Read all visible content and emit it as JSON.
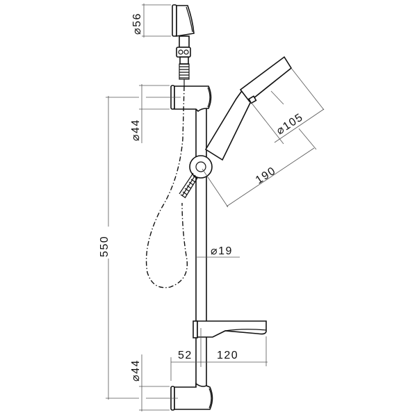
{
  "diagram": {
    "type": "technical-drawing",
    "subject": "shower rail set with hand shower, wall outlet, hose and soap dish",
    "colors": {
      "line": "#111111",
      "dimension_line": "#555555",
      "background": "#ffffff"
    },
    "dimensions": {
      "outlet_diameter": "⌀56",
      "top_bracket_diameter": "⌀44",
      "handshower_diameter": "⌀105",
      "handshower_projection": "190",
      "overall_height": "550",
      "rail_diameter": "⌀19",
      "bottom_bracket_diameter": "⌀44",
      "bracket_projection": "52",
      "soap_dish_projection": "120"
    },
    "components": [
      "wall-outlet",
      "hose-connector",
      "top-wall-bracket",
      "sliding-rail",
      "adjustable-slider",
      "hand-shower",
      "flexible-hose",
      "soap-dish",
      "bottom-wall-bracket"
    ]
  }
}
